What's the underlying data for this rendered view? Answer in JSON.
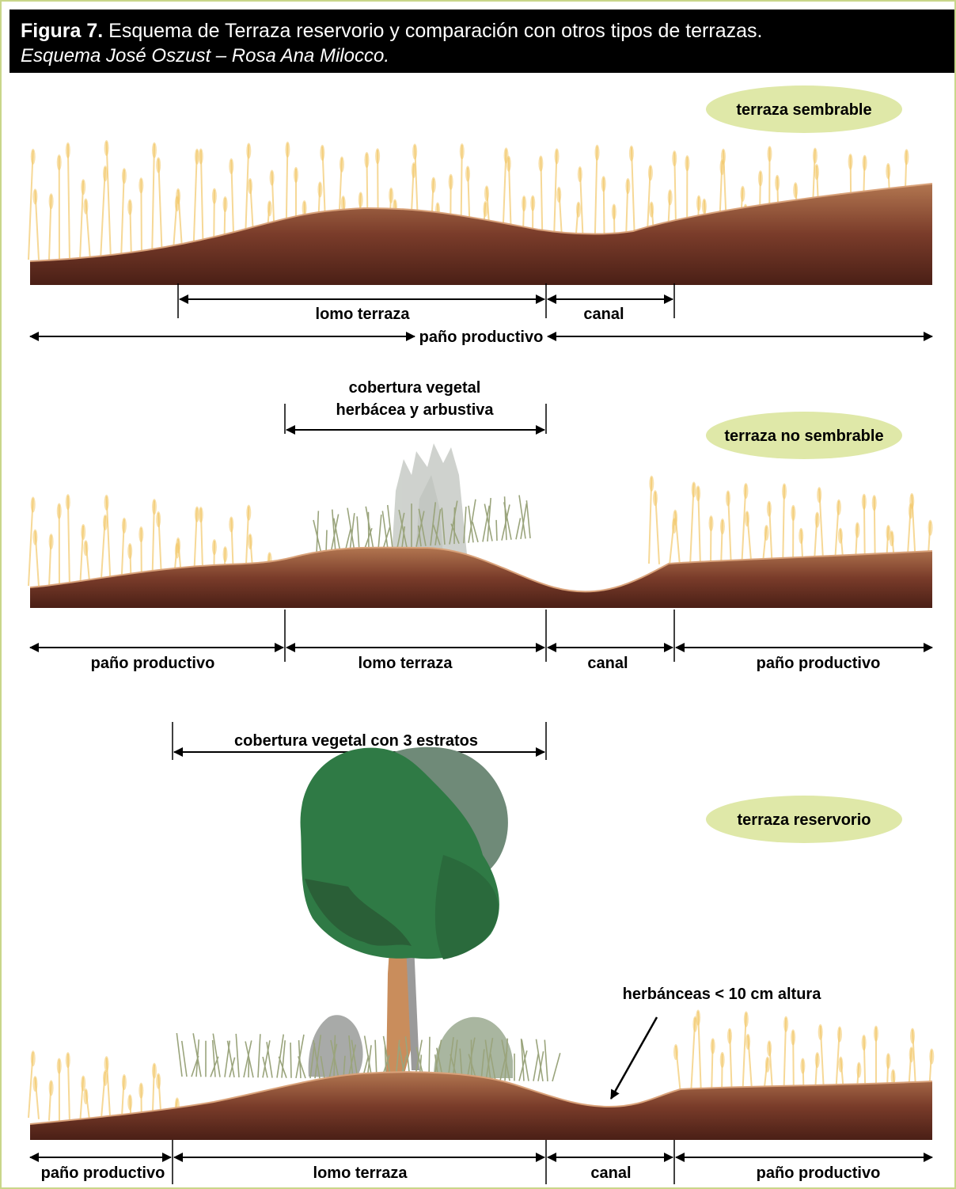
{
  "figure": {
    "caption_label": "Figura 7.",
    "caption_title": "Esquema de Terraza reservorio y comparación con otros tipos de terrazas.",
    "caption_credit": "Esquema José Oszust – Rosa Ana Milocco."
  },
  "panel_sembrable": {
    "badge": "terraza sembrable",
    "lomo": "lomo terraza",
    "canal": "canal",
    "pano": "paño productivo"
  },
  "panel_no_sembrable": {
    "badge": "terraza  no sembrable",
    "cover_line1": "cobertura vegetal",
    "cover_line2": "herbácea y arbustiva",
    "pano_left": "paño productivo",
    "lomo": "lomo terraza",
    "canal": "canal",
    "pano_right": "paño productivo"
  },
  "panel_reservorio": {
    "badge": "terraza  reservorio",
    "cover": "cobertura vegetal con 3 estratos",
    "herb_note": "herbánceas < 10 cm altura",
    "pano_left": "paño productivo",
    "lomo": "lomo terraza",
    "canal": "canal",
    "pano_right": "paño productivo"
  },
  "colors": {
    "soil_top": "#b0734a",
    "soil_bottom": "#4a1f16",
    "crop": "#f2c86a",
    "badge": "#dfe8a8",
    "grass": "#9aa47c",
    "tree_dark": "#2f6b3d",
    "tree_gray": "#6f8a78",
    "trunk": "#c98d5c"
  }
}
